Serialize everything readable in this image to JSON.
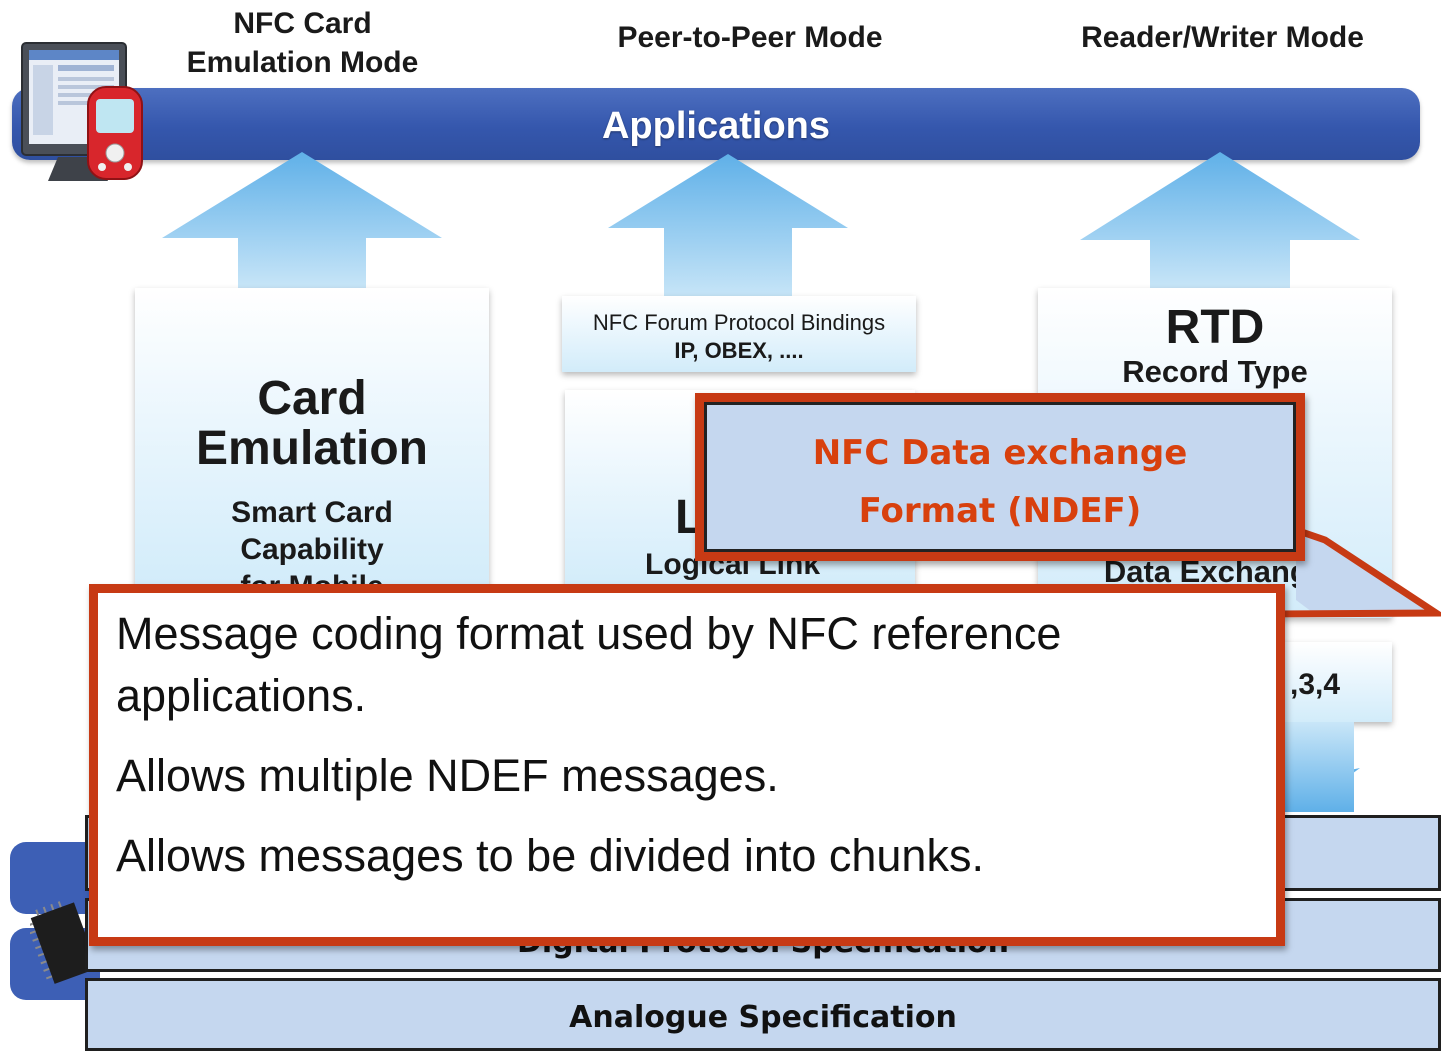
{
  "modes": {
    "card_emulation": "NFC Card\nEmulation Mode",
    "peer_to_peer": "Peer-to-Peer Mode",
    "reader_writer": "Reader/Writer Mode"
  },
  "applications_bar": "Applications",
  "card_panel": {
    "title_line1": "Card",
    "title_line2": "Emulation",
    "sub_line1": "Smart Card",
    "sub_line2": "Capability",
    "sub_line3": "for Mobile"
  },
  "p2p_panel": {
    "bindings_line1": "NFC Forum Protocol Bindings",
    "bindings_line2": "IP, OBEX, ....",
    "llcp_partial": "L",
    "llcp_sub_partial": "Logical Link"
  },
  "rtd_panel": {
    "title": "RTD",
    "sub": "Record Type",
    "partial_bottom": "Data Exchange",
    "tag_types_partial": ",3,4"
  },
  "ndef_callout": {
    "line1": "NFC Data exchange",
    "line2": "Format (NDEF)"
  },
  "info_box": {
    "line1": "Message coding format used by NFC reference",
    "line2": "applications.",
    "line3": "Allows multiple NDEF messages.",
    "line4": "Allows messages to be divided into chunks."
  },
  "layers": {
    "digital": "Digital Protocol Specification",
    "analogue": "Analogue Specification"
  },
  "colors": {
    "accent_blue": "#3557ad",
    "callout_red": "#c73a14",
    "ndef_text": "#d8400d",
    "layer_fill": "#c5d7ef"
  }
}
